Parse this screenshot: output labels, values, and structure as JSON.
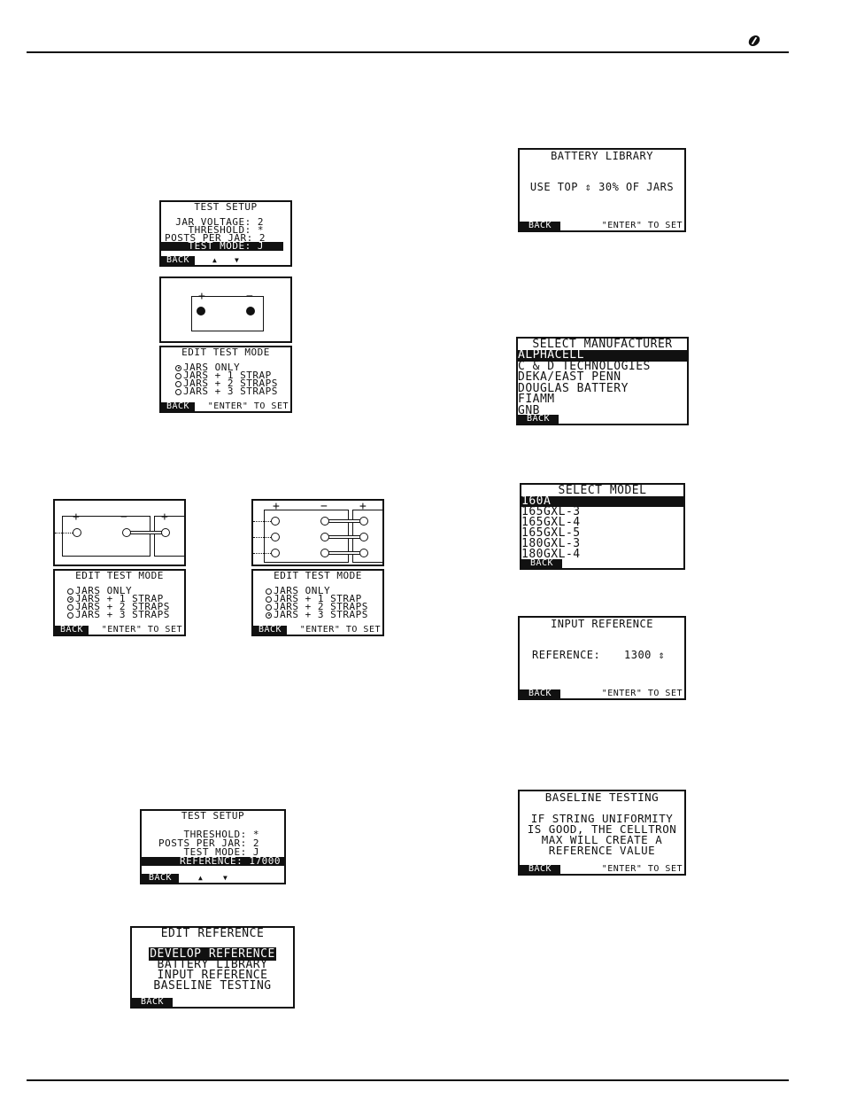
{
  "screens": {
    "test_setup_1": {
      "title": "TEST SETUP",
      "lines": [
        "JAR VOLTAGE: 2",
        "THRESHOLD: *",
        "POSTS PER JAR: 2"
      ],
      "selected": "TEST MODE: J",
      "back": "BACK",
      "up": "▲",
      "down": "▼"
    },
    "diagram_1": {
      "plus": "+",
      "minus": "−"
    },
    "edit_mode_1": {
      "title": "EDIT TEST MODE",
      "options": [
        "JARS ONLY",
        "JARS + 1 STRAP",
        "JARS + 2 STRAPS",
        "JARS + 3 STRAPS"
      ],
      "selected_index": 0,
      "back": "BACK",
      "enter": "\"ENTER\" TO SET"
    },
    "diagram_2": {
      "plus": "+",
      "minus": "−"
    },
    "edit_mode_2": {
      "title": "EDIT TEST MODE",
      "options": [
        "JARS ONLY",
        "JARS + 1 STRAP",
        "JARS + 2 STRAPS",
        "JARS + 3 STRAPS"
      ],
      "selected_index": 1,
      "back": "BACK",
      "enter": "\"ENTER\" TO SET"
    },
    "diagram_3": {
      "plus": "+",
      "minus": "−"
    },
    "edit_mode_3": {
      "title": "EDIT TEST MODE",
      "options": [
        "JARS ONLY",
        "JARS + 1 STRAP",
        "JARS + 2 STRAPS",
        "JARS + 3 STRAPS"
      ],
      "selected_index": 3,
      "back": "BACK",
      "enter": "\"ENTER\" TO SET"
    },
    "test_setup_2": {
      "title": "TEST SETUP",
      "lines": [
        "THRESHOLD: *",
        "POSTS PER JAR: 2",
        "TEST MODE: J"
      ],
      "selected": "REFERENCE: 17000",
      "back": "BACK",
      "up": "▲",
      "down": "▼"
    },
    "edit_reference": {
      "title": "EDIT REFERENCE",
      "items": [
        "DEVELOP REFERENCE",
        "BATTERY LIBRARY",
        "INPUT REFERENCE",
        "BASELINE TESTING"
      ],
      "back": "BACK"
    },
    "battery_library": {
      "title": "BATTERY LIBRARY",
      "body": "USE TOP ⇕ 30% OF JARS",
      "back": "BACK",
      "enter": "\"ENTER\" TO SET"
    },
    "select_manufacturer": {
      "title": "SELECT MANUFACTURER",
      "items": [
        "ALPHACELL",
        "C & D TECHNOLOGIES",
        "DEKA/EAST PENN",
        "DOUGLAS BATTERY",
        "FIAMM",
        "GNB"
      ],
      "back": "BACK"
    },
    "select_model": {
      "title": "SELECT MODEL",
      "items": [
        "160A",
        "165GXL-3",
        "165GXL-4",
        "165GXL-5",
        "180GXL-3",
        "180GXL-4"
      ],
      "back": "BACK"
    },
    "input_reference": {
      "title": "INPUT REFERENCE",
      "label": "REFERENCE:",
      "value": "1300 ⇕",
      "back": "BACK",
      "enter": "\"ENTER\" TO SET"
    },
    "baseline_testing": {
      "title": "BASELINE TESTING",
      "lines": [
        "IF STRING UNIFORMITY",
        "IS GOOD, THE CELLTRON",
        "MAX WILL CREATE A",
        "REFERENCE VALUE"
      ],
      "back": "BACK",
      "enter": "\"ENTER\" TO SET"
    }
  }
}
